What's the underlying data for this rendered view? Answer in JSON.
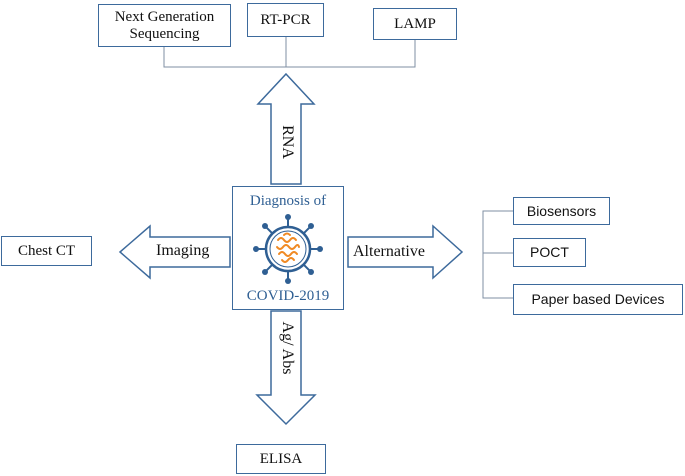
{
  "top_methods": [
    "Next Generation\nSequencing",
    "RT-PCR",
    "LAMP"
  ],
  "arrows": {
    "up": "RNA",
    "left": "Imaging",
    "right": "Alternative",
    "down": "Ag/ Abs"
  },
  "left_method": "Chest CT",
  "bottom_method": "ELISA",
  "right_methods": [
    "Biosensors",
    "POCT",
    "Paper based Devices"
  ],
  "center": {
    "title": "Diagnosis of",
    "subtitle": "COVID-2019",
    "icon": "coronavirus-icon"
  },
  "colors": {
    "border": "#3d6a9c",
    "title_text": "#2f5f93",
    "virus_outline": "#2f5f93",
    "rna": "#f08a24"
  }
}
